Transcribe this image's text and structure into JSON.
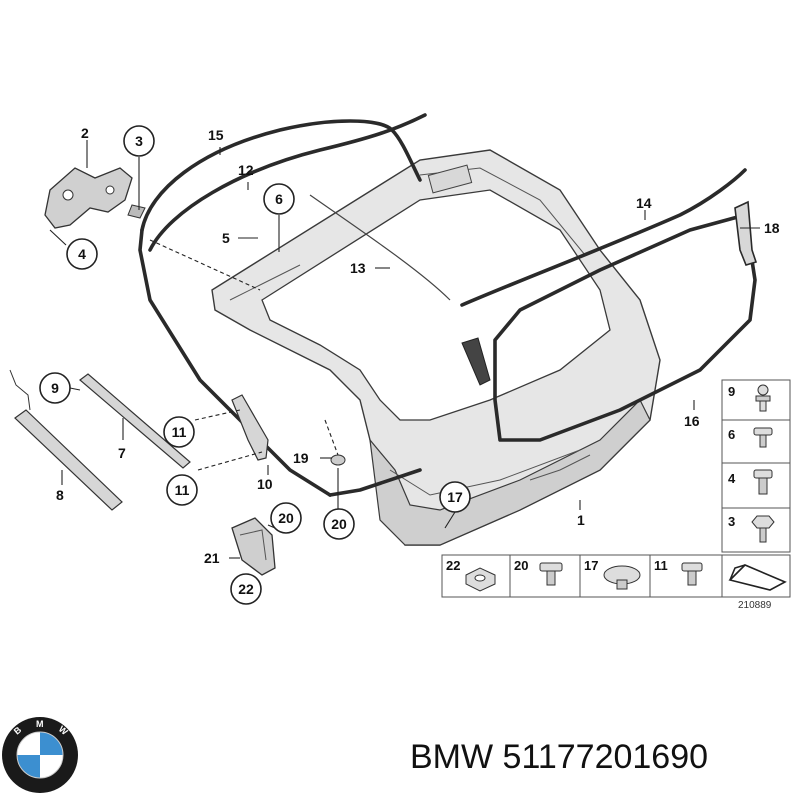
{
  "caption": {
    "brand": "BMW",
    "part_number": "51177201690"
  },
  "logo": {
    "letters": "BMW",
    "colors": {
      "ring": "#1a1a1a",
      "blue": "#3c8fd0",
      "white": "#ffffff"
    }
  },
  "diagram": {
    "reference_code": "210889",
    "callouts": {
      "c1": "1",
      "c2": "2",
      "c3": "3",
      "c4": "4",
      "c5": "5",
      "c6": "6",
      "c7": "7",
      "c8": "8",
      "c9": "9",
      "c10": "10",
      "c11a": "11",
      "c11b": "11",
      "c12": "12",
      "c13": "13",
      "c14": "14",
      "c15": "15",
      "c16": "16",
      "c17": "17",
      "c18": "18",
      "c19": "19",
      "c20a": "20",
      "c20b": "20",
      "c21": "21",
      "c22": "22"
    },
    "fastener_grid": {
      "right_column": [
        "9",
        "6",
        "4",
        "3"
      ],
      "bottom_row": [
        "22",
        "20",
        "17",
        "11"
      ]
    }
  }
}
